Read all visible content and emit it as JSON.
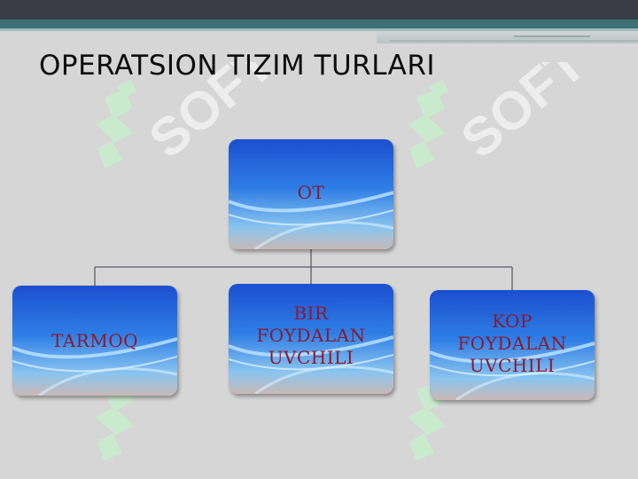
{
  "slide": {
    "title": "OPERATSION TIZIM TURLARI",
    "accent_colors": {
      "top_bar": "#3a3d48",
      "stripe": "#3d6f74",
      "watermark": "#c8eecc",
      "node_text": "#8b1a2e"
    }
  },
  "diagram": {
    "root": {
      "label": "OT"
    },
    "children": [
      {
        "label": "TARMOQ"
      },
      {
        "label": "BIR FOYDALAN UVCHILI"
      },
      {
        "label": "KOP FOYDALAN UVCHILI"
      }
    ]
  },
  "watermark": {
    "text": "SOFT",
    "icon": "s-logo-icon"
  }
}
